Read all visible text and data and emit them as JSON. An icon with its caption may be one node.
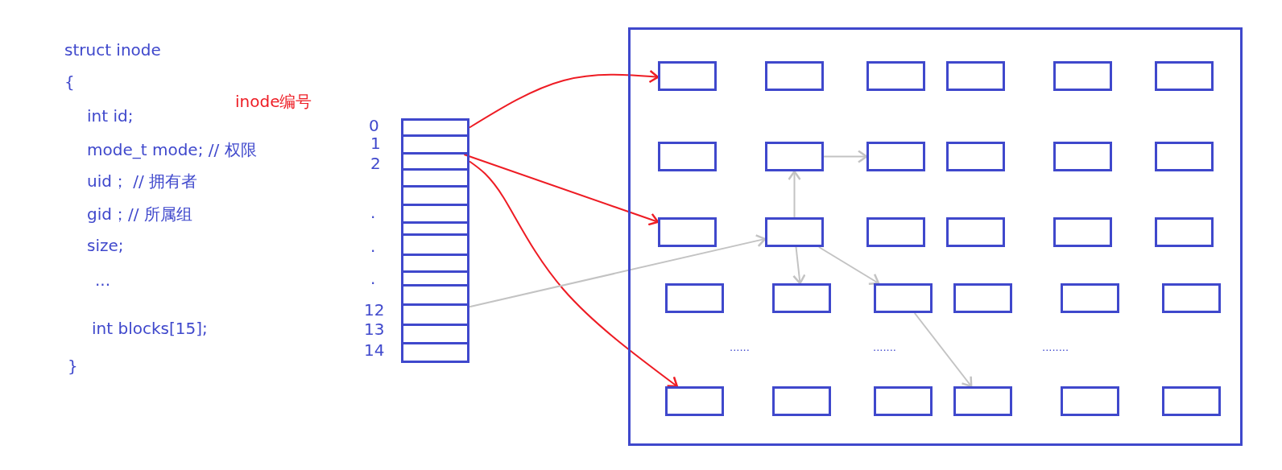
{
  "diagram": {
    "nodes": [
      {
        "text": [],
        "shape": "box"
      },
      {
        "text": [],
        "shape": "box",
        "in": 0
      },
      {
        "text": [],
        "shape": "box",
        "in": 0
      },
      {
        "text": [],
        "shape": "box",
        "in": 0
      },
      {
        "text": [],
        "shape": "box",
        "in": 0
      },
      {
        "text": [],
        "shape": "box",
        "in": 0
      },
      {
        "text": [],
        "shape": "box",
        "in": 0
      },
      {
        "text": [],
        "shape": "box",
        "in": 0
      },
      {
        "text": [],
        "shape": "box",
        "in": 0
      },
      {
        "text": [],
        "shape": "box",
        "in": 0
      },
      {
        "text": [],
        "shape": "box",
        "in": 0
      },
      {
        "text": [],
        "shape": "box",
        "in": 0
      },
      {
        "text": [],
        "shape": "box",
        "in": 0
      },
      {
        "text": [],
        "shape": "box",
        "in": 0
      },
      {
        "text": [],
        "shape": "box",
        "in": 0
      },
      {
        "text": [],
        "shape": "box",
        "in": 0
      },
      {
        "text": [],
        "shape": "box",
        "in": 0
      },
      {
        "text": [],
        "shape": "box",
        "in": 0
      },
      {
        "text": [],
        "shape": "box",
        "in": 0
      },
      {
        "text": [],
        "shape": "box",
        "in": 0
      },
      {
        "text": [],
        "shape": "box",
        "in": 0
      },
      {
        "text": [],
        "shape": "box",
        "in": 0
      },
      {
        "text": [],
        "shape": "box",
        "in": 0
      },
      {
        "text": [],
        "shape": "box",
        "in": 0
      },
      {
        "text": [],
        "shape": "box",
        "in": 0
      },
      {
        "text": [],
        "shape": "box",
        "in": 0
      },
      {
        "text": [],
        "shape": "box",
        "in": 0
      },
      {
        "text": [],
        "shape": "box",
        "in": 0
      },
      {
        "text": [],
        "shape": "box",
        "in": 0
      },
      {
        "text": [],
        "shape": "box",
        "in": 0
      },
      {
        "text": [],
        "shape": "box",
        "in": 0
      },
      {
        "text": [],
        "shape": "box"
      },
      {
        "text": [],
        "shape": "box"
      },
      {
        "text": [],
        "shape": "box"
      },
      {
        "text": [],
        "shape": "box"
      },
      {
        "text": [],
        "shape": "box"
      },
      {
        "text": [],
        "shape": "box"
      },
      {
        "text": [],
        "shape": "box"
      },
      {
        "text": [],
        "shape": "box"
      },
      {
        "text": [],
        "shape": "box"
      },
      {
        "text": [],
        "shape": "box"
      },
      {
        "text": [],
        "shape": "box"
      },
      {
        "text": [],
        "shape": "box"
      },
      {
        "text": [],
        "shape": "box"
      },
      {
        "text": [],
        "shape": "box"
      }
    ],
    "edges": [
      {
        "from": 31,
        "to": 1,
        "arrow": "to",
        "color": "#ee1c24"
      },
      {
        "from": 32,
        "to": 13,
        "arrow": "to",
        "color": "#ee1c24"
      },
      {
        "from": 33,
        "to": 25,
        "arrow": "to",
        "color": "#ee1c24"
      },
      {
        "from": 42,
        "to": 14,
        "arrow": "to"
      },
      {
        "from": 14,
        "to": 8,
        "arrow": "to"
      },
      {
        "from": 8,
        "to": 9,
        "arrow": "to"
      },
      {
        "from": 14,
        "to": 20,
        "arrow": "to"
      },
      {
        "from": 14,
        "to": 21,
        "arrow": "to"
      },
      {
        "from": 21,
        "to": 28,
        "arrow": "to"
      }
    ],
    "labels": [
      "struct inode",
      "{",
      "int id;",
      "mode_t mode;  // 权限",
      "uid；  // 拥有者",
      "gid；// 所属组",
      "size;",
      "...",
      "int blocks[15];",
      "}",
      "inode编号",
      "0",
      "1",
      "2",
      ".",
      ".",
      ".",
      "12",
      "13",
      "14",
      "......",
      ".......",
      "........"
    ]
  }
}
